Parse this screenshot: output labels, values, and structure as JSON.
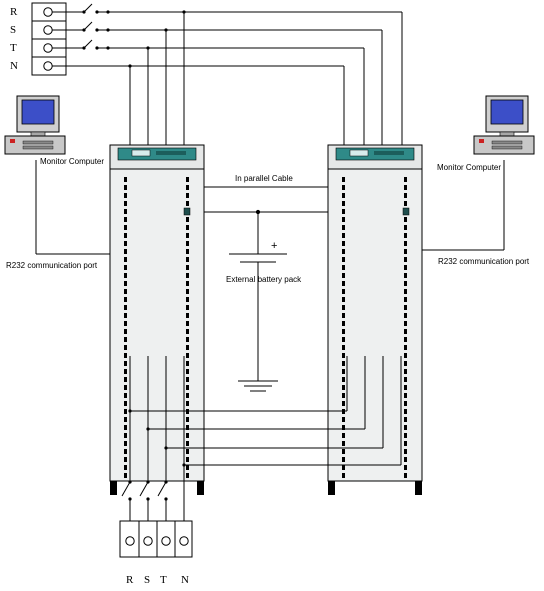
{
  "input_terminals": [
    "R",
    "S",
    "T",
    "N"
  ],
  "output_terminals": [
    "R",
    "S",
    "T",
    "N"
  ],
  "labels": {
    "monitor_left": "Monitor Computer",
    "monitor_right": "Monitor Computer",
    "port_left": "R232 communication port",
    "port_right": "R232 communication port",
    "parallel_cable": "In parallel Cable",
    "battery": "External battery pack",
    "battery_plus": "+"
  },
  "colors": {
    "line": "#000000",
    "cabinet_fill": "#eef0f0",
    "panel_teal": "#2f8a88",
    "screen": "#3c4fc8"
  }
}
